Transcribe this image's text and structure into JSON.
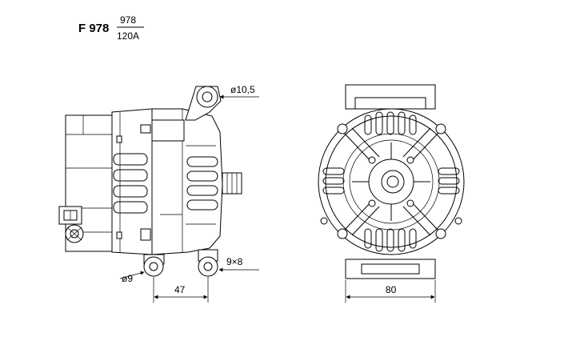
{
  "header": {
    "part_number": "F 978",
    "ref_number": "978",
    "amperage": "120A"
  },
  "dimensions": {
    "pulley_hole": "ø10,5",
    "mount_hole": "ø9",
    "thread": "9×8",
    "mount_spacing": "47",
    "rear_width": "80"
  },
  "colors": {
    "line": "#000000",
    "background": "#ffffff"
  }
}
